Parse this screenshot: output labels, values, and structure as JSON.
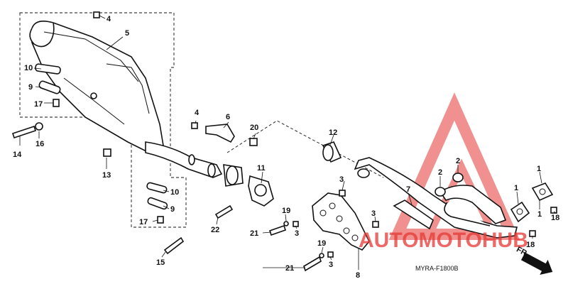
{
  "callouts": [
    {
      "id": "c4a",
      "text": "4"
    },
    {
      "id": "c5",
      "text": "5"
    },
    {
      "id": "c10a",
      "text": "10"
    },
    {
      "id": "c9a",
      "text": "9"
    },
    {
      "id": "c17a",
      "text": "17"
    },
    {
      "id": "c14",
      "text": "14"
    },
    {
      "id": "c16",
      "text": "16"
    },
    {
      "id": "c13",
      "text": "13"
    },
    {
      "id": "c4b",
      "text": "4"
    },
    {
      "id": "c6",
      "text": "6"
    },
    {
      "id": "c20",
      "text": "20"
    },
    {
      "id": "c12",
      "text": "12"
    },
    {
      "id": "c11",
      "text": "11"
    },
    {
      "id": "c10b",
      "text": "10"
    },
    {
      "id": "c9b",
      "text": "9"
    },
    {
      "id": "c17b",
      "text": "17"
    },
    {
      "id": "c22",
      "text": "22"
    },
    {
      "id": "c15",
      "text": "15"
    },
    {
      "id": "c19a",
      "text": "19"
    },
    {
      "id": "c21a",
      "text": "21"
    },
    {
      "id": "c3a",
      "text": "3"
    },
    {
      "id": "c19b",
      "text": "19"
    },
    {
      "id": "c21b",
      "text": "21"
    },
    {
      "id": "c3b",
      "text": "3"
    },
    {
      "id": "c8",
      "text": "8"
    },
    {
      "id": "c3c",
      "text": "3"
    },
    {
      "id": "c3d",
      "text": "3"
    },
    {
      "id": "c7",
      "text": "7"
    },
    {
      "id": "c2a",
      "text": "2"
    },
    {
      "id": "c2b",
      "text": "2"
    },
    {
      "id": "c1a",
      "text": "1"
    },
    {
      "id": "c1b",
      "text": "1"
    },
    {
      "id": "c1c",
      "text": "1"
    },
    {
      "id": "c18a",
      "text": "18"
    },
    {
      "id": "c18b",
      "text": "18"
    }
  ],
  "diagram_code": "MYRA-F1800B",
  "direction_label": "FR.",
  "watermark": {
    "text": "AUTOMOTOHUB",
    "color": "#e53935"
  }
}
